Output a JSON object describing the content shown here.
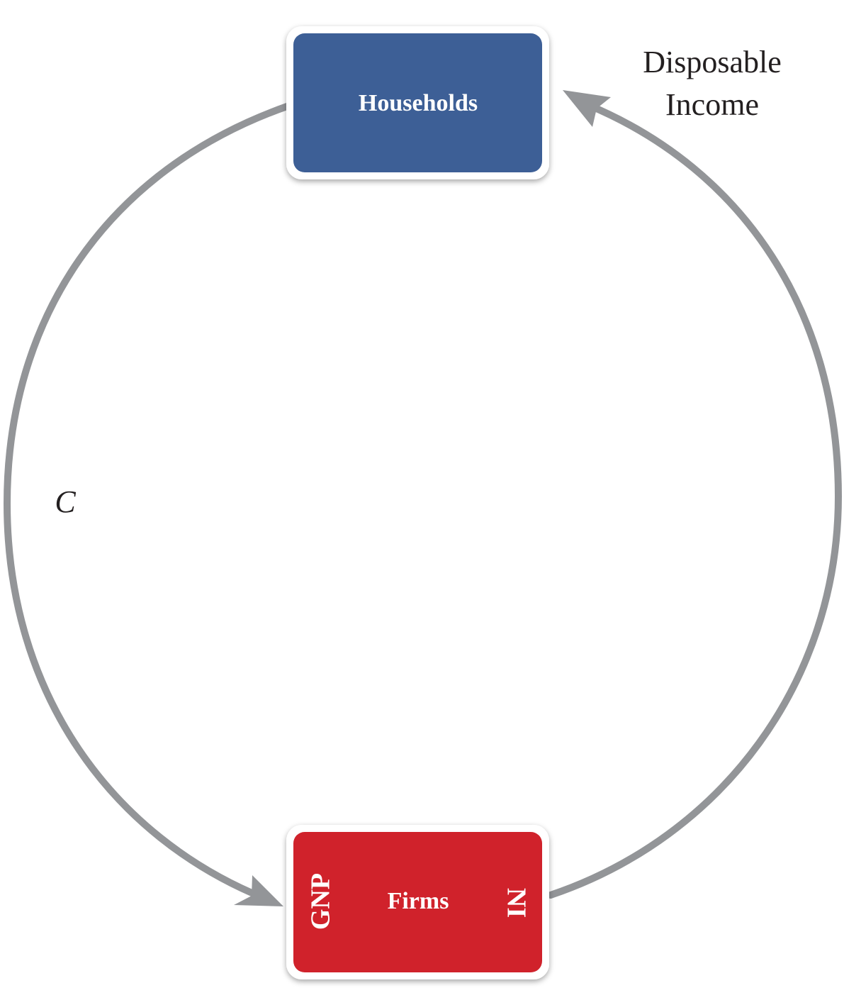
{
  "nodes": {
    "households": {
      "label": "Households",
      "color": "#3d5f96"
    },
    "firms": {
      "label": "Firms",
      "color": "#d0222b",
      "left_label": "GNP",
      "right_label": "NI"
    }
  },
  "flows": {
    "disposable_income": {
      "label_line1": "Disposable",
      "label_line2": "Income"
    },
    "consumption": {
      "label": "C"
    }
  },
  "colors": {
    "arrow": "#939598",
    "box_border": "#ffffff"
  }
}
